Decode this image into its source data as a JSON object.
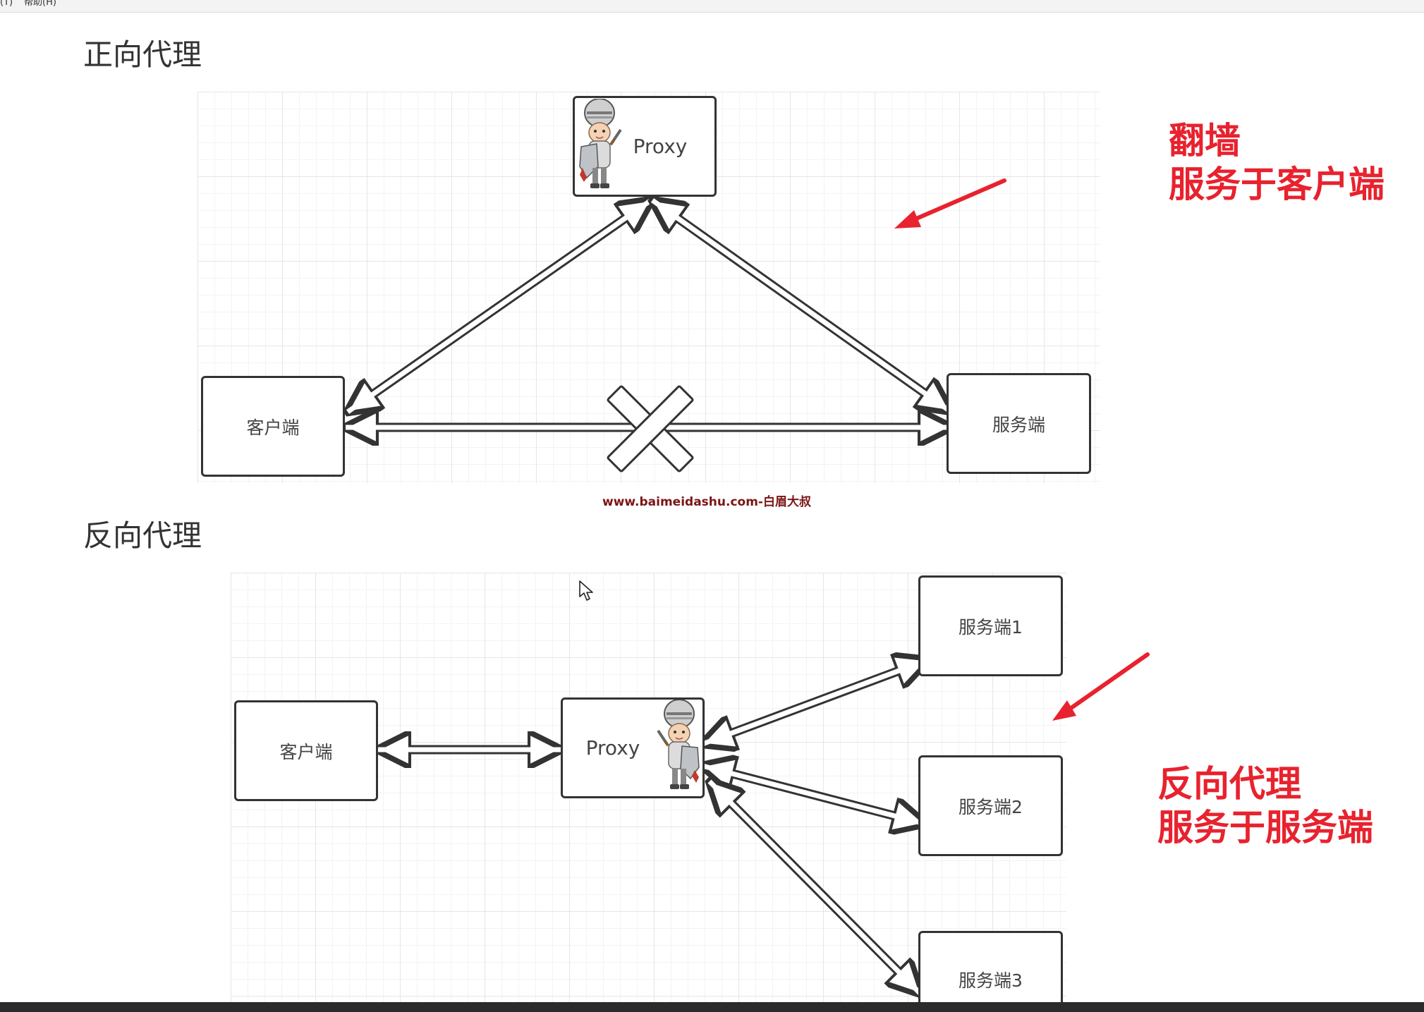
{
  "menubar": {
    "item1": "(T)",
    "item2": "帮助(H)"
  },
  "forward": {
    "heading": "正向代理",
    "proxy": "Proxy",
    "client": "客户端",
    "server": "服务端",
    "annotation_line1": "翻墙",
    "annotation_line2": "服务于客户端"
  },
  "watermark": "www.baimeidashu.com-白眉大叔",
  "reverse": {
    "heading": "反向代理",
    "client": "客户端",
    "proxy": "Proxy",
    "server1": "服务端1",
    "server2": "服务端2",
    "server3": "服务端3",
    "annotation_line1": "反向代理",
    "annotation_line2": "服务于服务端"
  },
  "colors": {
    "annotation": "#e8222e",
    "watermark": "#7a1515",
    "stroke": "#333333"
  },
  "icons": {
    "proxy_mascot": "knight-icon",
    "blocked": "cross-icon",
    "pointer": "cursor-icon"
  }
}
